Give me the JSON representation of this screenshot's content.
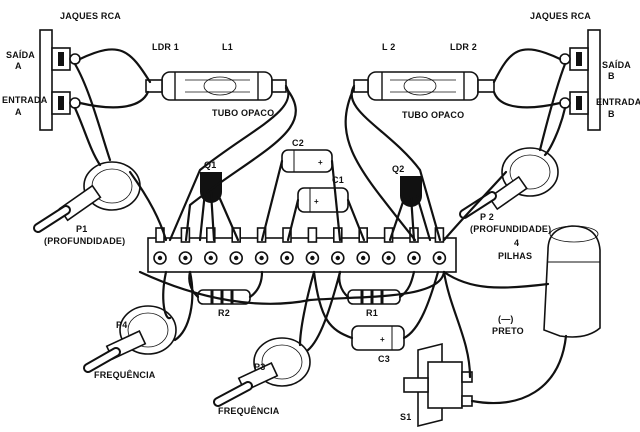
{
  "labels": {
    "jaques_rca_left": "JAQUES RCA",
    "jaques_rca_right": "JAQUES RCA",
    "saida_a_1": "SAÍDA",
    "saida_a_2": "A",
    "entrada_a_1": "ENTRADA",
    "entrada_a_2": "A",
    "saida_b_1": "SAÍDA",
    "saida_b_2": "B",
    "entrada_b_1": "ENTRADA",
    "entrada_b_2": "B",
    "ldr1": "LDR 1",
    "l1": "L1",
    "ldr2": "LDR 2",
    "l2": "L 2",
    "tubo_opaco_left": "TUBO OPACO",
    "tubo_opaco_right": "TUBO OPACO",
    "c1": "C1",
    "c2": "C2",
    "c3": "C3",
    "q1": "Q1",
    "q2": "Q2",
    "r1": "R1",
    "r2": "R2",
    "p1_1": "P1",
    "p1_2": "(PROFUNDIDADE)",
    "p2_1": "P 2",
    "p2_2": "(PROFUNDIDADE)",
    "p3": "P3",
    "p4": "P4",
    "frequencia_left": "FREQUÊNCIA",
    "frequencia_right": "FREQUÊNCIA",
    "pilhas_1": "4",
    "pilhas_2": "PILHAS",
    "preto_1": "(—)",
    "preto_2": "PRETO",
    "s1": "S1"
  }
}
